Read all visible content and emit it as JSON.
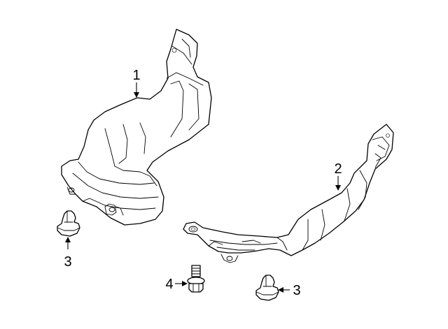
{
  "diagram": {
    "callouts": {
      "part1": "1",
      "part2": "2",
      "part3_left": "3",
      "part3_right": "3",
      "part4": "4"
    }
  }
}
